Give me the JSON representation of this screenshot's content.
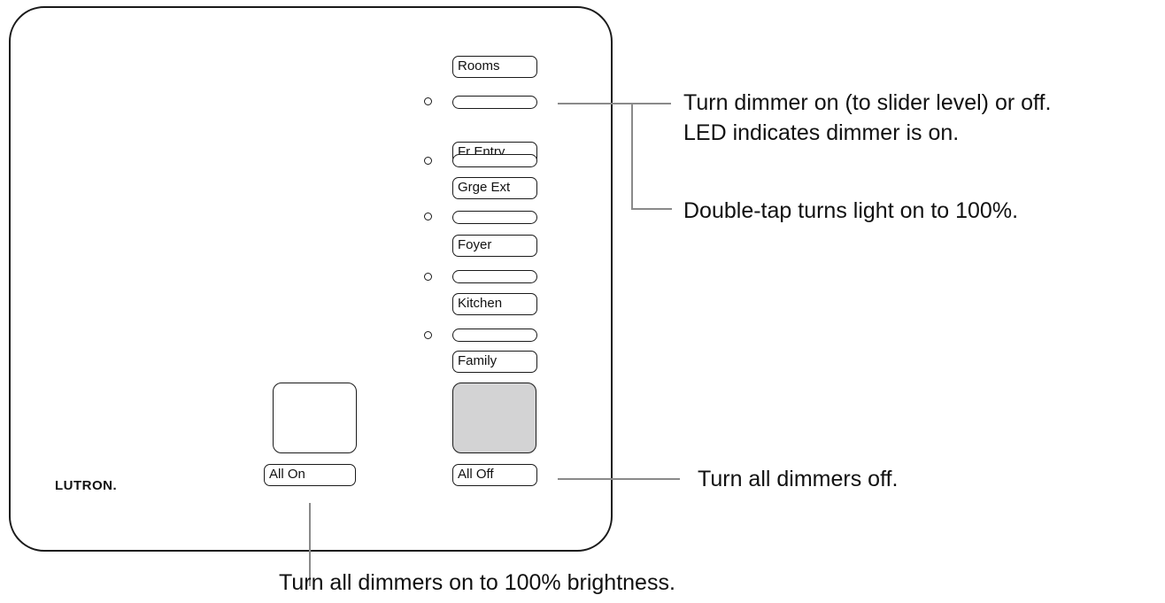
{
  "device": {
    "logo_text": "LUTRON.",
    "header_label": "Rooms",
    "zones": [
      {
        "label": "Fr Entry"
      },
      {
        "label": "Grge Ext"
      },
      {
        "label": "Foyer"
      },
      {
        "label": "Kitchen"
      },
      {
        "label": "Family"
      }
    ],
    "all_on_label": "All On",
    "all_off_label": "All Off",
    "colors": {
      "outline": "#1a1a1a",
      "all_off_fill": "#d3d3d4",
      "leader_line": "#8a8a8a"
    }
  },
  "callouts": {
    "zone_toggle_line1": "Turn dimmer on (to slider level) or off.",
    "zone_toggle_line2": "LED indicates dimmer is on.",
    "double_tap": "Double-tap turns light on to 100%.",
    "all_off": "Turn all dimmers off.",
    "all_on": "Turn all dimmers on to 100% brightness."
  }
}
